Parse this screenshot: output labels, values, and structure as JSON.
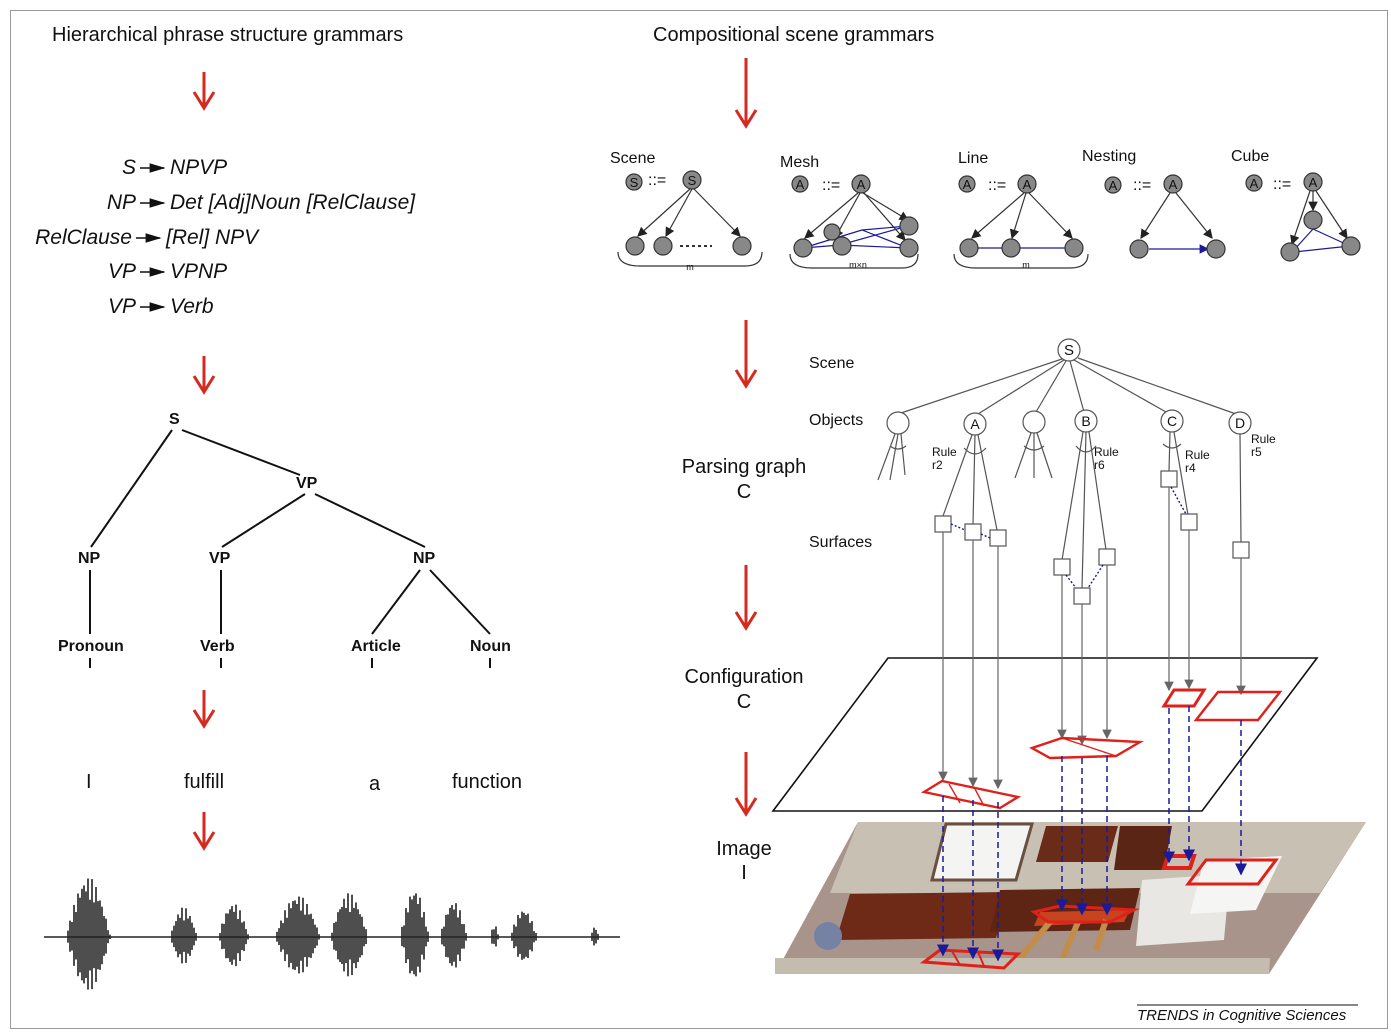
{
  "left": {
    "title": "Hierarchical phrase structure grammars",
    "rules": [
      {
        "lhs": "S",
        "rhs": "NPVP"
      },
      {
        "lhs": "NP",
        "rhs": "Det [Adj]Noun [RelClause]"
      },
      {
        "lhs": "RelClause",
        "rhs": "[Rel] NPV"
      },
      {
        "lhs": "VP",
        "rhs": "VPNP"
      },
      {
        "lhs": "VP",
        "rhs": "Verb"
      }
    ],
    "tree": {
      "s": "S",
      "vp_top": "VP",
      "np1": "NP",
      "vp": "VP",
      "np2": "NP",
      "pronoun": "Pronoun",
      "verb": "Verb",
      "article": "Article",
      "noun": "Noun"
    },
    "words": [
      "I",
      "fulfill",
      "a",
      "function"
    ]
  },
  "right": {
    "title": "Compositional scene grammars",
    "panels": [
      {
        "label": "Scene",
        "root": "S",
        "def": "::=",
        "brace": "m"
      },
      {
        "label": "Mesh",
        "root": "A",
        "def": "::=",
        "brace": "m×n"
      },
      {
        "label": "Line",
        "root": "A",
        "def": "::=",
        "brace": "m"
      },
      {
        "label": "Nesting",
        "root": "A",
        "def": "::="
      },
      {
        "label": "Cube",
        "root": "A",
        "def": "::="
      }
    ],
    "parse": {
      "scene": "Scene",
      "objects": "Objects",
      "surfaces": "Surfaces",
      "root": "S",
      "nodes": [
        "A",
        "B",
        "C",
        "D"
      ],
      "rules": [
        "Rule\nr2",
        "Rule\nr6",
        "Rule\nr4",
        "Rule\nr5"
      ]
    },
    "parsing_graph": "Parsing graph",
    "parsing_graph_sym": "C",
    "configuration": "Configuration",
    "configuration_sym": "C",
    "image": "Image",
    "image_sym": "I"
  },
  "credit": "TRENDS in Cognitive Sciences",
  "colors": {
    "arrow": "#d42a20",
    "box": "#e0201a",
    "link": "#1a1a9a",
    "node": "#888888"
  }
}
